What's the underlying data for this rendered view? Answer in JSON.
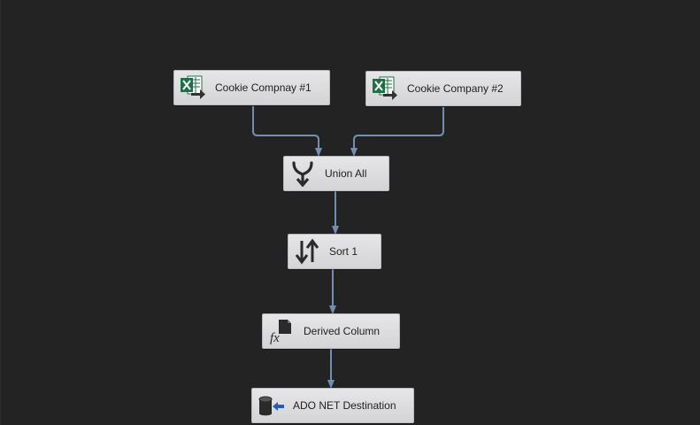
{
  "colors": {
    "canvas": "#232323",
    "connector": "#6f8fb5",
    "excel_green": "#1e7145",
    "arrow_blue": "#1f5fbf"
  },
  "nodes": {
    "source1": {
      "label": "Cookie Compnay #1",
      "icon": "excel-source-icon"
    },
    "source2": {
      "label": "Cookie Company #2",
      "icon": "excel-source-icon"
    },
    "union": {
      "label": "Union All",
      "icon": "union-all-icon"
    },
    "sort": {
      "label": "Sort 1",
      "icon": "sort-icon"
    },
    "derived": {
      "label": "Derived Column",
      "icon": "fx-icon"
    },
    "dest": {
      "label": "ADO NET Destination",
      "icon": "database-destination-icon"
    }
  }
}
